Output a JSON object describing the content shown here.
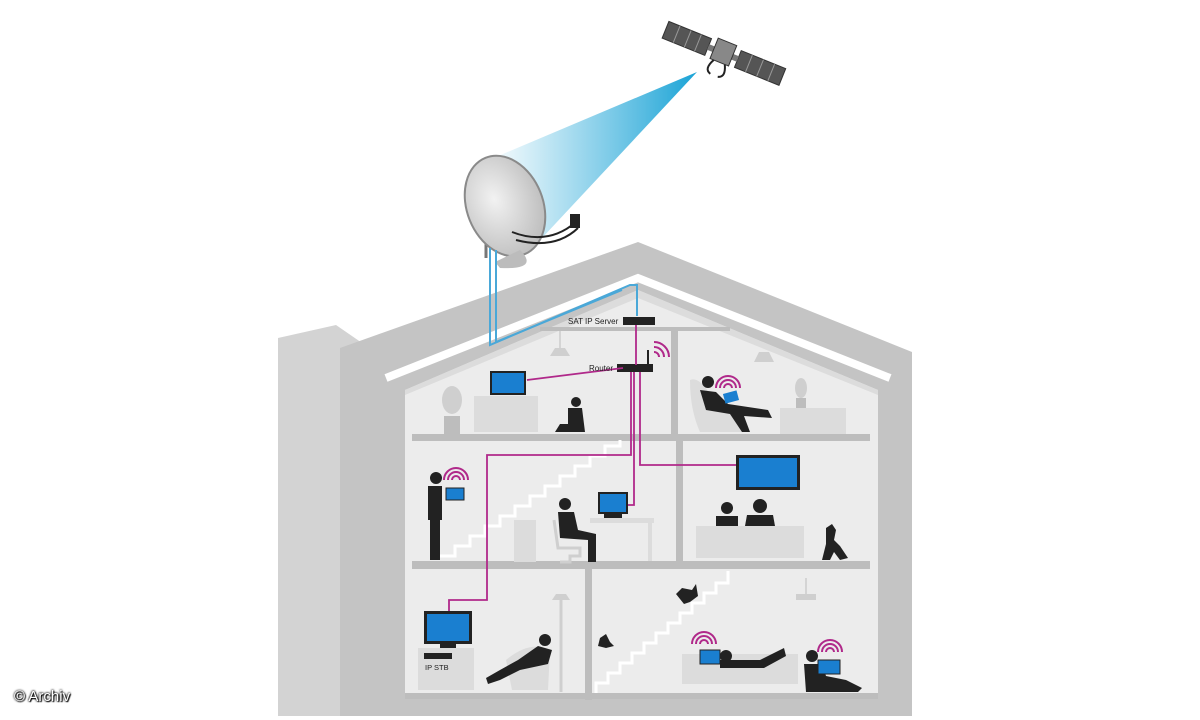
{
  "labels": {
    "sat_ip_server": "SAT IP Server",
    "router": "Router",
    "ip_stb": "IP STB"
  },
  "credit": "© Archiv",
  "colors": {
    "coax_cable": "#4aa8d8",
    "network_cable": "#b0298a",
    "wifi": "#b0298a",
    "beam": "#2aa8d8",
    "house": "#c9c9c9",
    "interior": "#ededed",
    "figures": "#222222"
  },
  "icons": [
    "satellite-icon",
    "satellite-dish-icon",
    "wifi-icon",
    "tv-icon",
    "monitor-icon",
    "tablet-icon",
    "laptop-icon",
    "plant-icon",
    "lamp-icon",
    "dog-icon",
    "cat-icon",
    "person-icon"
  ]
}
